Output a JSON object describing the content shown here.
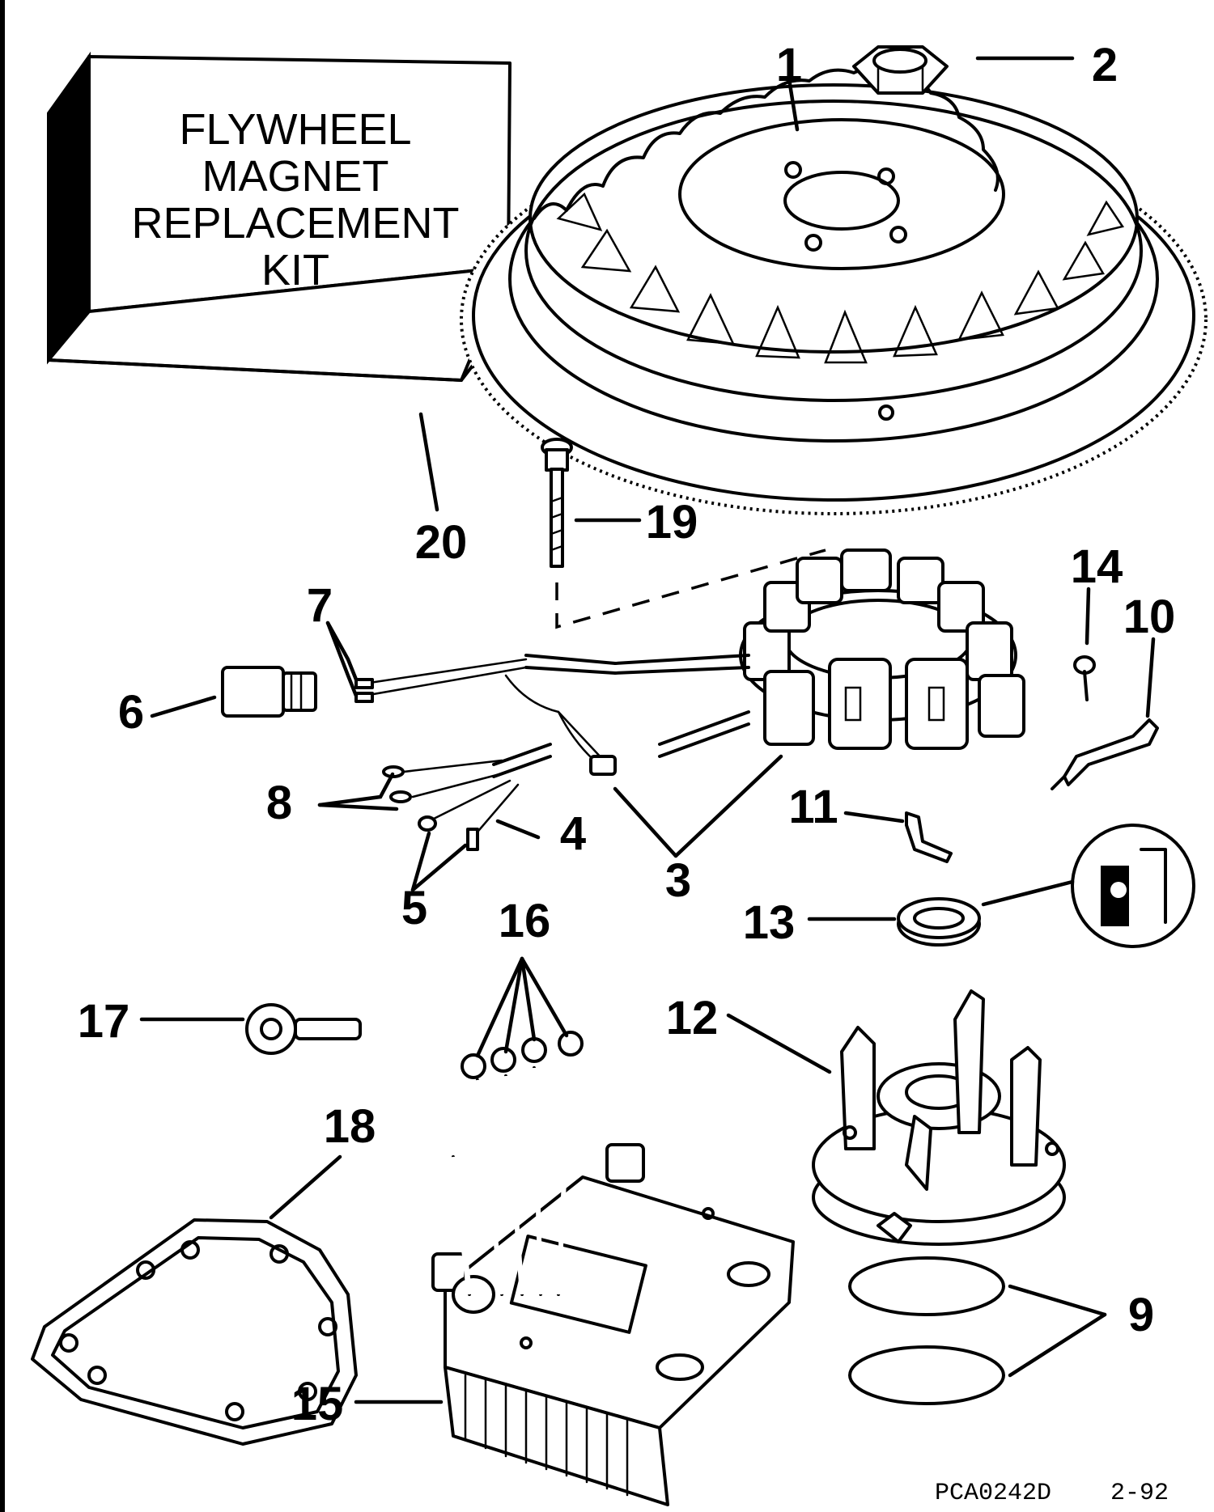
{
  "kit_box": {
    "lines": [
      "FLYWHEEL",
      "MAGNET",
      "REPLACEMENT",
      "KIT"
    ]
  },
  "callouts": {
    "c1": "1",
    "c2": "2",
    "c3": "3",
    "c4": "4",
    "c5": "5",
    "c6": "6",
    "c7": "7",
    "c8": "8",
    "c9": "9",
    "c10": "10",
    "c11": "11",
    "c12": "12",
    "c13": "13",
    "c14": "14",
    "c15": "15",
    "c16": "16",
    "c17": "17",
    "c18": "18",
    "c19": "19",
    "c20": "20"
  },
  "footer": {
    "part_code": "PCA0242D",
    "date": "2-92"
  }
}
